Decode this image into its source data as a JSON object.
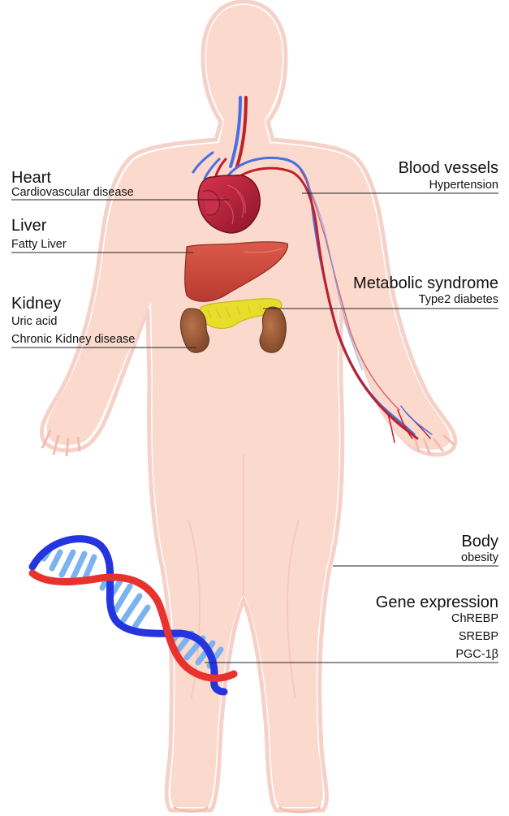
{
  "labels": {
    "heart": {
      "title": "Heart",
      "items": [
        "Cardiovascular disease"
      ]
    },
    "liver": {
      "title": "Liver",
      "items": [
        "Fatty Liver"
      ]
    },
    "kidney": {
      "title": "Kidney",
      "items": [
        "Uric acid",
        "Chronic Kidney disease"
      ]
    },
    "blood_vessels": {
      "title": "Blood vessels",
      "items": [
        "Hypertension"
      ]
    },
    "metabolic": {
      "title": "Metabolic syndrome",
      "items": [
        "Type2 diabetes"
      ]
    },
    "body": {
      "title": "Body",
      "items": [
        "obesity"
      ]
    },
    "gene": {
      "title": "Gene expression",
      "items": [
        "ChREBP",
        "SREBP",
        "PGC-1β"
      ]
    }
  },
  "colors": {
    "body_fill": "#fbd9cc",
    "body_outline": "#f2b9ac",
    "heart": "#c0223a",
    "liver": "#cf4b3e",
    "kidney": "#9c5a35",
    "pancreas": "#e8dd2a",
    "artery": "#c0202a",
    "vein": "#4a6fe0",
    "dna_red": "#e8322e",
    "dna_blue": "#2435e0",
    "dna_rung": "#7ab3f0"
  },
  "icons": [
    "human-body-silhouette",
    "heart-organ-icon",
    "liver-organ-icon",
    "kidney-organ-icon",
    "pancreas-organ-icon",
    "blood-vessels-icon",
    "dna-helix-icon"
  ]
}
